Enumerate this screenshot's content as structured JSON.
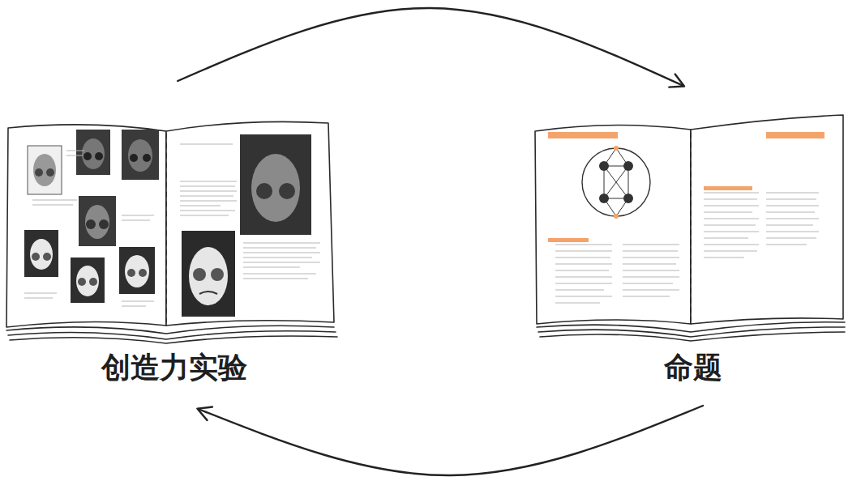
{
  "diagram": {
    "nodes": [
      {
        "text": [
          "创造力实验"
        ]
      },
      {
        "text": [
          "命题"
        ]
      }
    ],
    "edges": [
      {
        "from": 0,
        "to": 1,
        "arrow": "to"
      },
      {
        "from": 1,
        "to": 0,
        "arrow": "to"
      }
    ]
  }
}
